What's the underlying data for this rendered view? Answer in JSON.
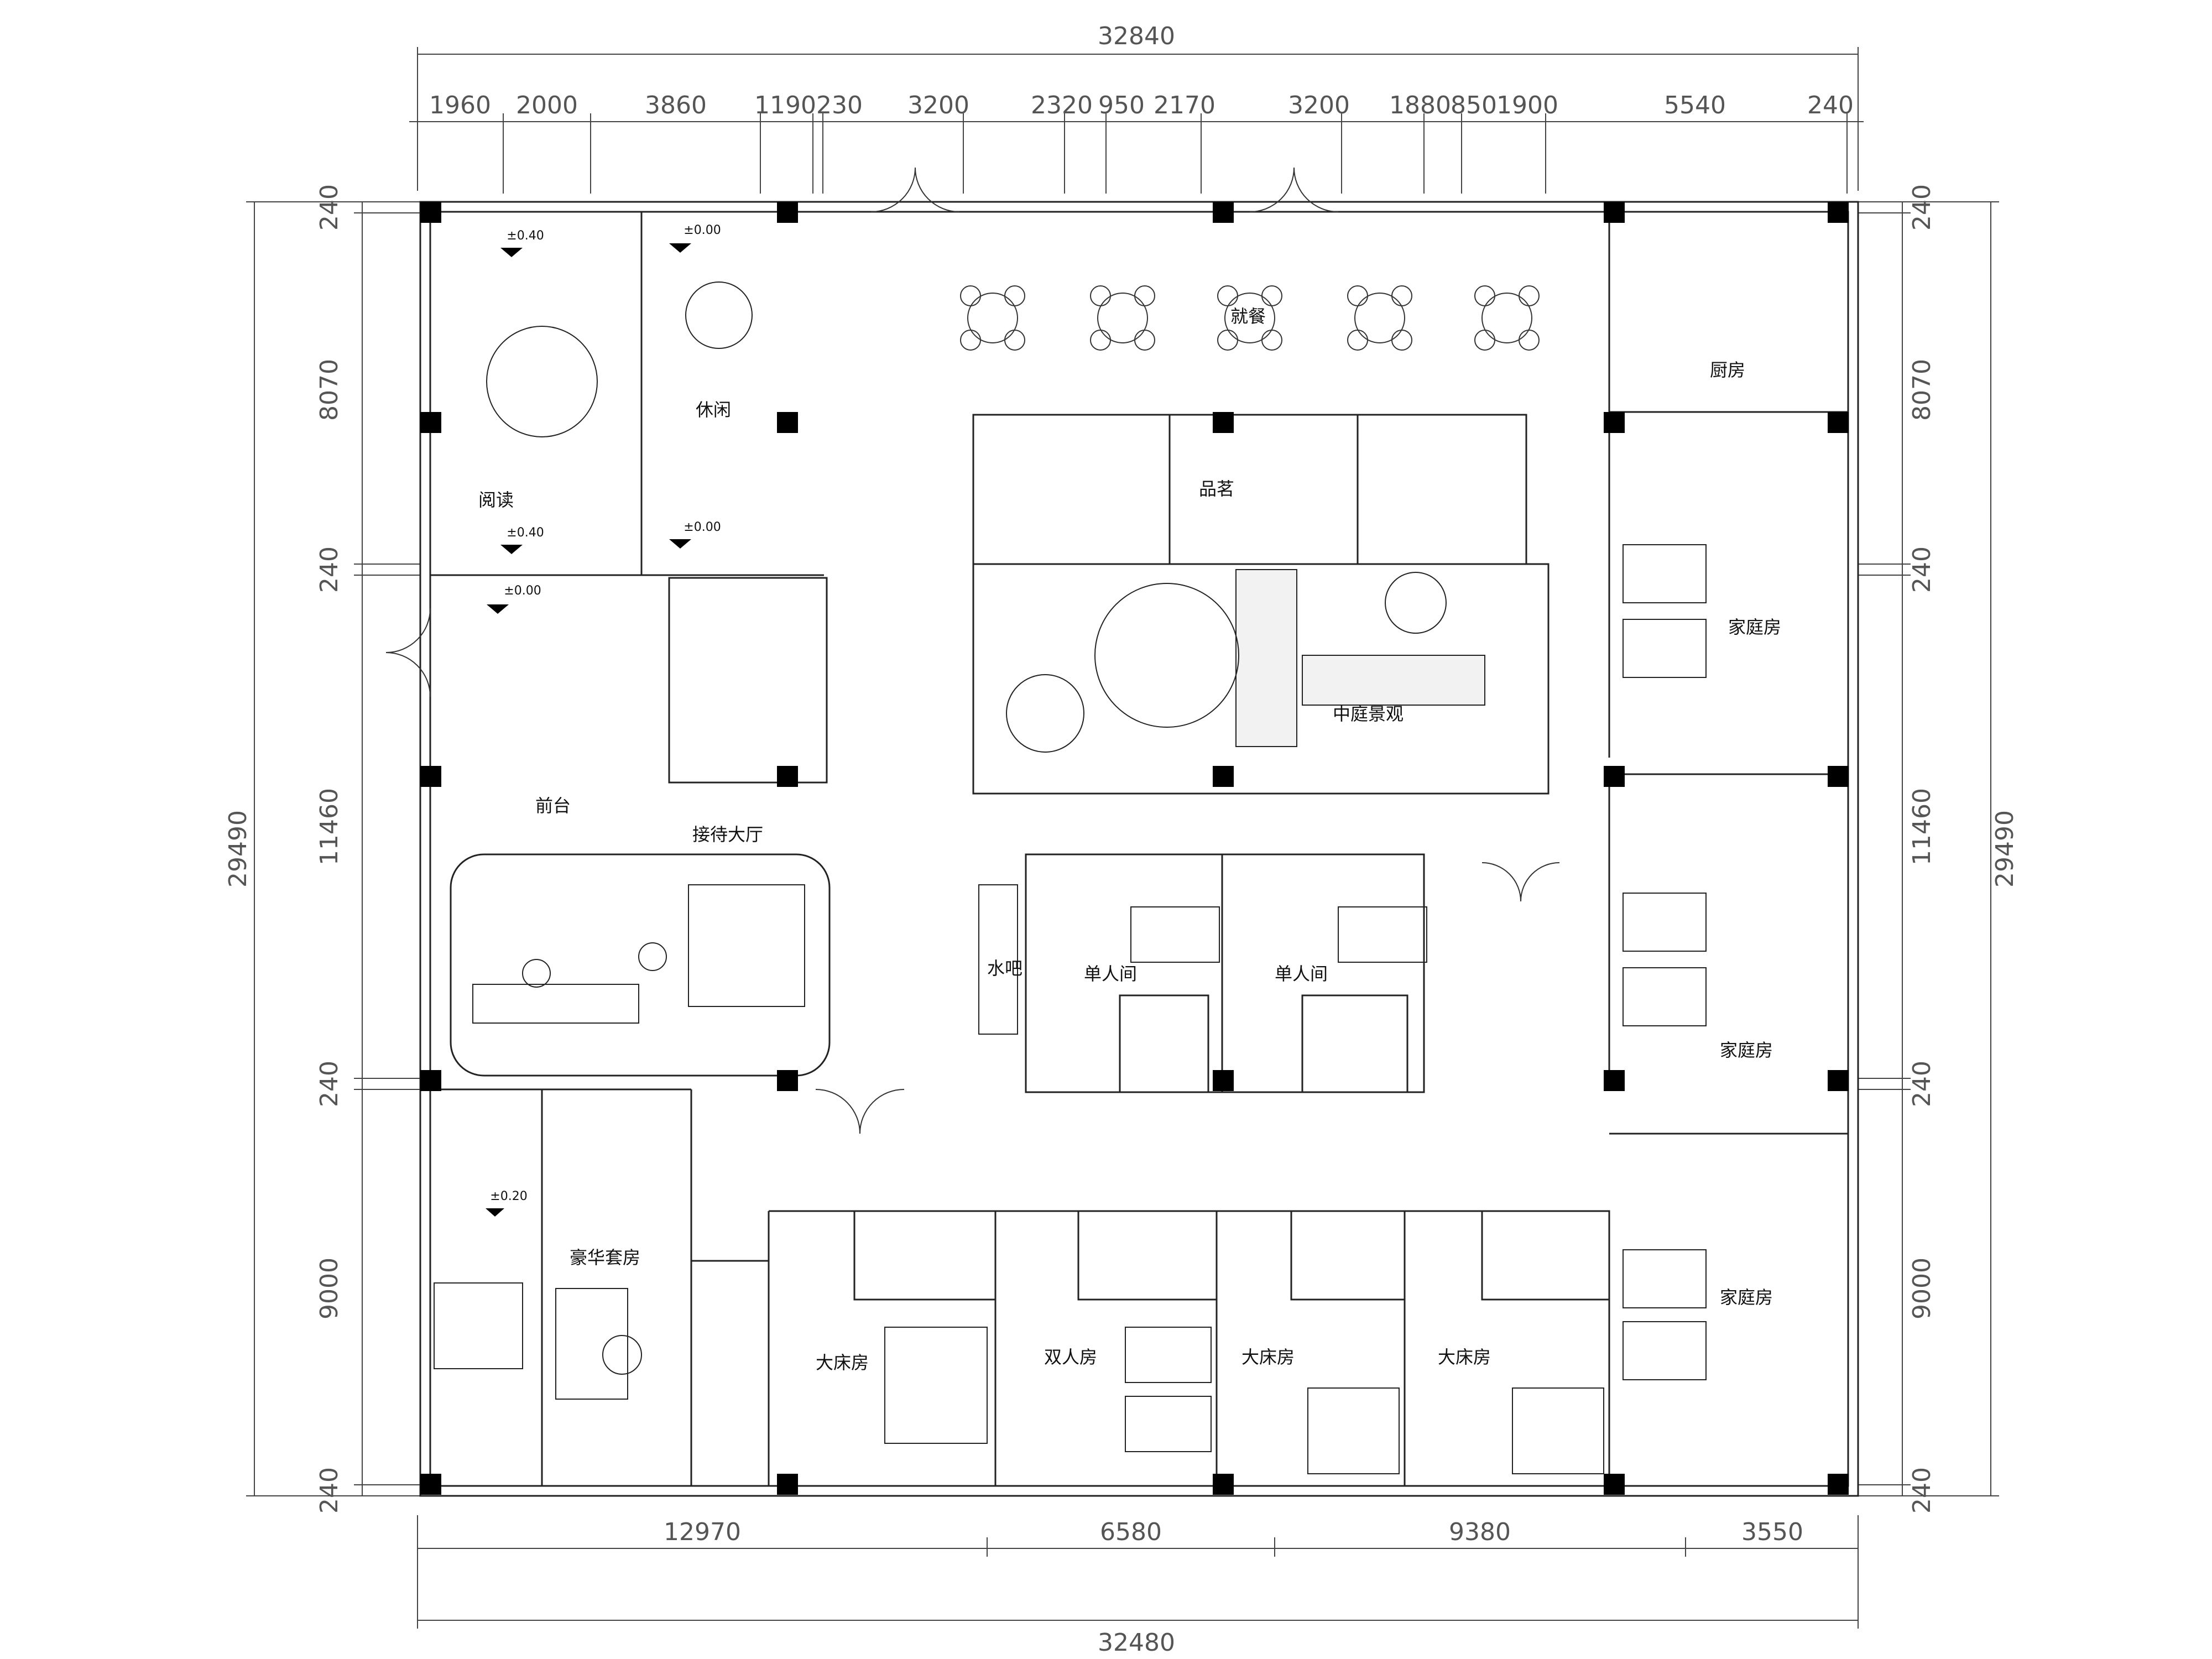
{
  "dimensions": {
    "top_total": "32840",
    "top_segments": [
      "1960",
      "2000",
      "3860",
      "1190",
      "230",
      "3200",
      "2320",
      "950",
      "2170",
      "3200",
      "1880",
      "850",
      "1900",
      "5540",
      "240"
    ],
    "bottom_segments": [
      "12970",
      "6580",
      "9380",
      "3550"
    ],
    "bottom_total": "32480",
    "left_total": "29490",
    "left_segments": [
      "240",
      "8070",
      "240",
      "11460",
      "240",
      "9000",
      "240"
    ],
    "right_total": "29490",
    "right_segments": [
      "240",
      "8070",
      "240",
      "11460",
      "240",
      "9000",
      "240"
    ]
  },
  "rooms": {
    "reading": "阅读",
    "leisure": "休闲",
    "dining": "就餐",
    "kitchen": "厨房",
    "tea": "品茗",
    "courtyard": "中庭景观",
    "family_1": "家庭房",
    "family_2": "家庭房",
    "family_3": "家庭房",
    "front_desk": "前台",
    "lobby": "接待大厅",
    "water_bar": "水吧",
    "single_1": "单人间",
    "single_2": "单人间",
    "luxury_suite": "豪华套房",
    "king_1": "大床房",
    "twin": "双人房",
    "king_2": "大床房",
    "king_3": "大床房"
  },
  "elevations": {
    "reading_top": "±0.40",
    "reading_bottom": "±0.40",
    "leisure_top": "±0.00",
    "leisure_bottom": "±0.00",
    "lobby": "±0.00",
    "suite": "±0.20"
  }
}
